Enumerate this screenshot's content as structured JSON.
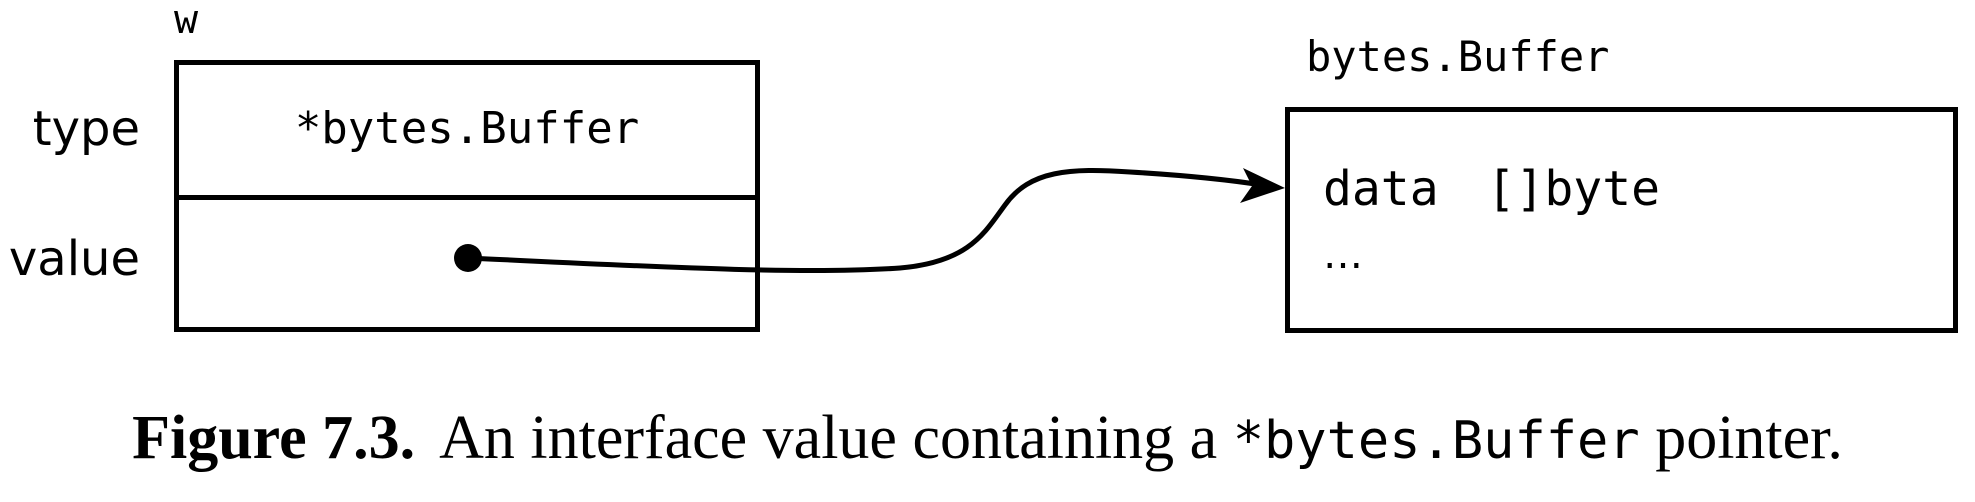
{
  "interface_value": {
    "variable_name": "w",
    "rows": {
      "type_label": "type",
      "type_value": "*bytes.Buffer",
      "value_label": "value"
    }
  },
  "struct": {
    "name": "bytes.Buffer",
    "field_name": "data",
    "field_type": "[]byte",
    "ellipsis": "…"
  },
  "caption": {
    "label": "Figure 7.3.",
    "text_before": "An interface value containing a ",
    "code": "*bytes.Buffer",
    "text_after": " pointer."
  }
}
